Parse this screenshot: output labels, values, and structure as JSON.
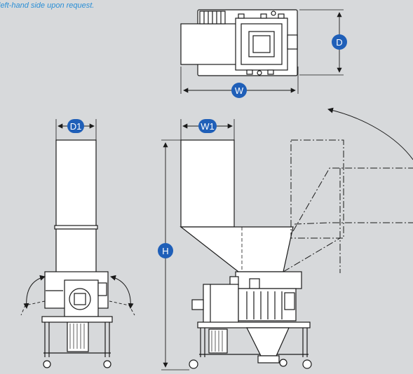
{
  "caption": "left-hand side upon request.",
  "dimension_labels": {
    "depth": "D",
    "width": "W",
    "side_depth": "D1",
    "side_width": "W1",
    "height": "H"
  },
  "colors": {
    "background": "#d7d9db",
    "caption": "#2b8fd6",
    "badge": "#1f5fb8",
    "line": "#1a1a1a",
    "machine_fill": "#ffffff"
  }
}
